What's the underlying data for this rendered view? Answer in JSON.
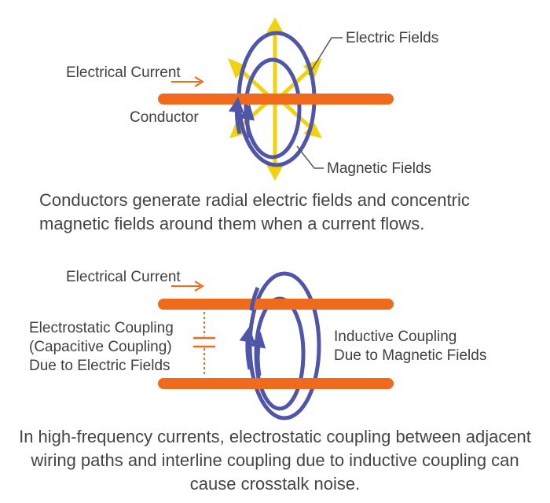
{
  "diagram1": {
    "current_label": "Electrical Current",
    "conductor_label": "Conductor",
    "electric_fields_label": "Electric Fields",
    "magnetic_fields_label": "Magnetic Fields",
    "caption": "Conductors generate radial electric fields and concentric magnetic fields around them when a current flows."
  },
  "diagram2": {
    "current_label": "Electrical Current",
    "electrostatic_label_line1": "Electrostatic Coupling",
    "electrostatic_label_line2": "(Capacitive Coupling)",
    "electrostatic_label_line3": "Due to Electric Fields",
    "inductive_label_line1": "Inductive Coupling",
    "inductive_label_line2": "Due to Magnetic Fields",
    "caption": "In high-frequency currents, electrostatic coupling between adjacent wiring paths and interline coupling due to inductive coupling can cause crosstalk noise."
  },
  "colors": {
    "conductor": "#ef6a1a",
    "magnetic_field": "#4f55a8",
    "electric_field": "#f2d20f",
    "arrow": "#ef6a1a",
    "text": "#3f3f3f"
  }
}
